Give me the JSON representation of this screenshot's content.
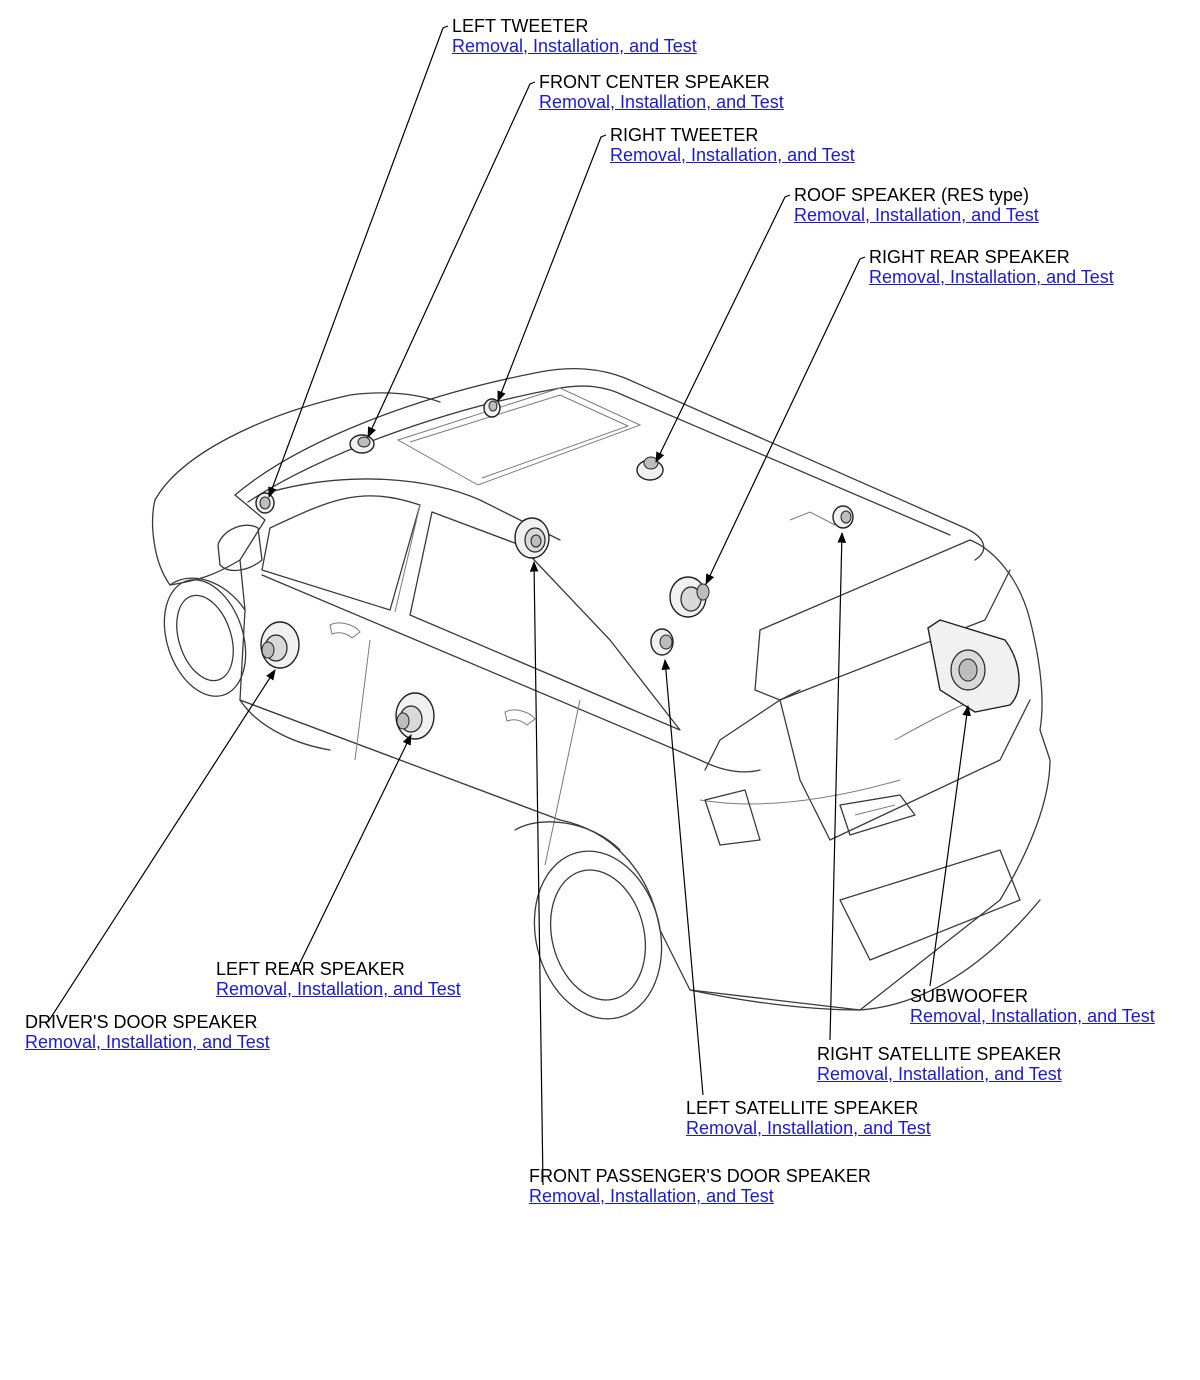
{
  "link_color": "#1a1ad6",
  "callouts": [
    {
      "id": "left-tweeter",
      "title": "LEFT TWEETER",
      "link": "Removal, Installation, and Test"
    },
    {
      "id": "front-center-speaker",
      "title": "FRONT CENTER SPEAKER",
      "link": "Removal, Installation, and Test"
    },
    {
      "id": "right-tweeter",
      "title": "RIGHT TWEETER",
      "link": "Removal, Installation, and Test"
    },
    {
      "id": "roof-speaker",
      "title": "ROOF SPEAKER (RES type)",
      "link": "Removal, Installation, and Test"
    },
    {
      "id": "right-rear-speaker",
      "title": "RIGHT REAR SPEAKER",
      "link": "Removal, Installation, and Test"
    },
    {
      "id": "left-rear-speaker",
      "title": "LEFT REAR SPEAKER",
      "link": "Removal, Installation, and Test"
    },
    {
      "id": "drivers-door-speaker",
      "title": "DRIVER'S DOOR SPEAKER",
      "link": "Removal, Installation, and Test"
    },
    {
      "id": "subwoofer",
      "title": "SUBWOOFER",
      "link": "Removal, Installation, and Test"
    },
    {
      "id": "right-satellite-speaker",
      "title": "RIGHT SATELLITE SPEAKER",
      "link": "Removal, Installation, and Test"
    },
    {
      "id": "left-satellite-speaker",
      "title": "LEFT SATELLITE SPEAKER",
      "link": "Removal, Installation, and Test"
    },
    {
      "id": "front-passengers-door-speaker",
      "title": "FRONT PASSENGER'S DOOR SPEAKER",
      "link": "Removal, Installation, and Test"
    }
  ]
}
